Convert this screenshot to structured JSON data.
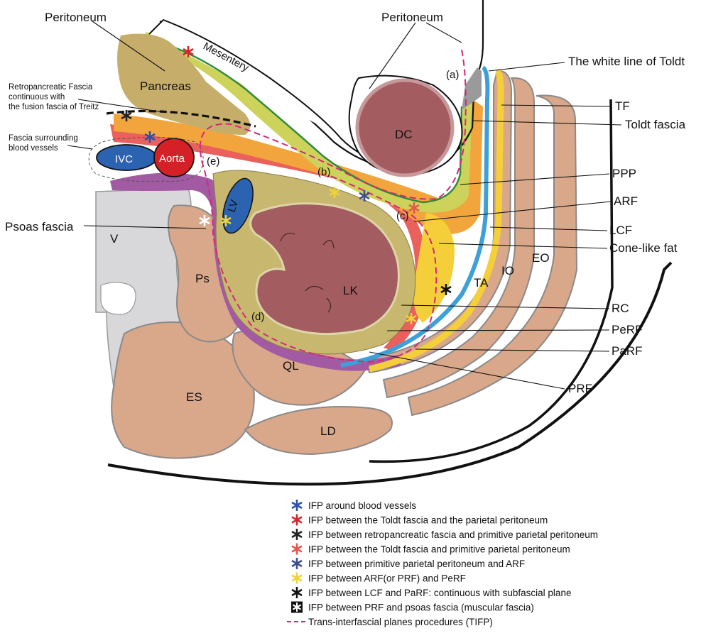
{
  "labels": {
    "peritoneum_left": "Peritoneum",
    "peritoneum_right": "Peritoneum",
    "mesentery": "Mesentery",
    "pancreas": "Pancreas",
    "retropancreatic_1": "Retropancreatic Fascia",
    "retropancreatic_2": "continuous with",
    "retropancreatic_3": "the fusion fascia of Treitz",
    "fascia_vessels_1": "Fascia surrounding",
    "fascia_vessels_2": "blood vessels",
    "ivc": "IVC",
    "aorta": "Aorta",
    "dc": "DC",
    "lv": "LV",
    "lk": "LK",
    "v": "V",
    "ps": "Ps",
    "es": "ES",
    "ql": "QL",
    "ld": "LD",
    "ta": "TA",
    "io": "IO",
    "eo": "EO",
    "psoas_fascia": "Psoas fascia",
    "white_line": "The white line of Toldt",
    "tf": "TF",
    "toldt_fascia": "Toldt fascia",
    "ppp": "PPP",
    "arf": "ARF",
    "lcf": "LCF",
    "cone_fat": "Cone-like fat",
    "rc": "RC",
    "perf": "PeRF",
    "parf": "PaRF",
    "prf": "PRF",
    "mark_a": "(a)",
    "mark_b": "(b)",
    "mark_c": "(c)",
    "mark_d": "(d)",
    "mark_e": "(e)"
  },
  "legend": [
    {
      "text": "IFP around blood vessels",
      "color": "#2a4fb3",
      "symbol": "asterisk"
    },
    {
      "text": "IFP between the Toldt fascia and the parietal peritoneum",
      "color": "#d6252b",
      "symbol": "asterisk"
    },
    {
      "text": "IFP between retropancreatic fascia and primitive parietal peritoneum",
      "color": "#222222",
      "symbol": "asterisk"
    },
    {
      "text": "IFP between the Toldt fascia and primitive parietal peritoneum",
      "color": "#e2574d",
      "symbol": "asterisk"
    },
    {
      "text": "IFP between primitive parietal peritoneum and ARF",
      "color": "#3f4f8c",
      "symbol": "asterisk"
    },
    {
      "text": "IFP between ARF(or PRF) and PeRF",
      "color": "#f0d23a",
      "symbol": "asterisk"
    },
    {
      "text": "IFP between LCF and PaRF: continuous with subfascial plane",
      "color": "#111111",
      "symbol": "asterisk"
    },
    {
      "text": "IFP between PRF and psoas fascia (muscular fascia)",
      "color": "#111111",
      "symbol": "box"
    },
    {
      "text": "Trans-interfascial planes procedures (TIFP)",
      "color": "#d6287a",
      "symbol": "dashed"
    }
  ],
  "colors": {
    "muscle": "#d9a789",
    "pancreas": "#c6ad6a",
    "kidney": "#a35c60",
    "bone": "#d8d8da",
    "ivc": "#2b63b0",
    "aorta": "#d52027",
    "prf": "#a25aa3",
    "arf": "#e9605d",
    "ppp": "#f2a53c",
    "toldt": "#cdd25a",
    "perf": "#c8b76e",
    "parf": "#f4cf3a",
    "lcf": "#3da0d8",
    "tifp": "#d6287a"
  }
}
